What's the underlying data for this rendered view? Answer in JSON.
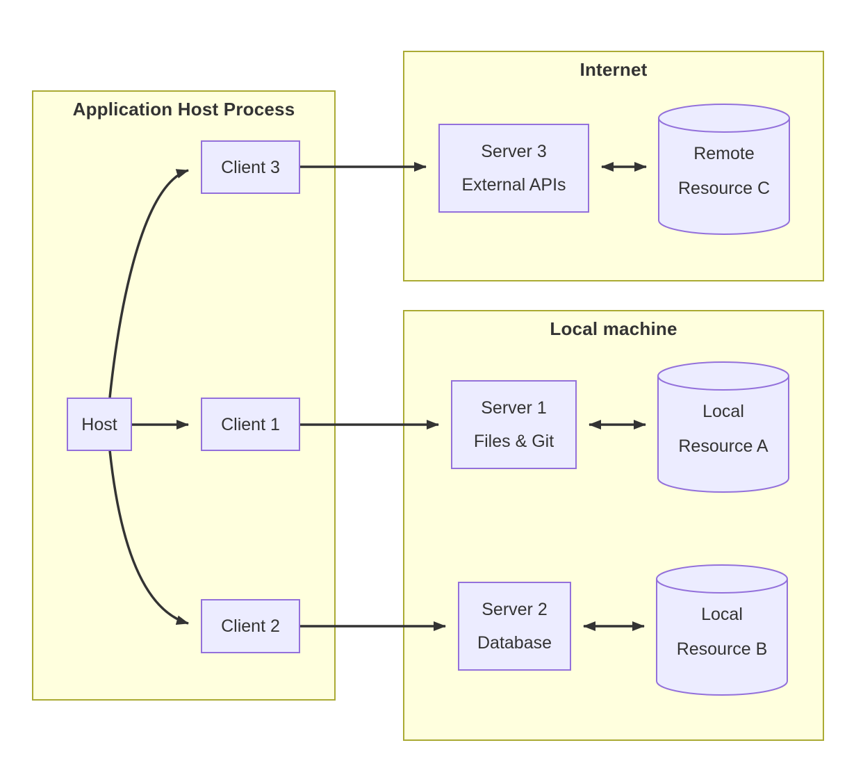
{
  "colors": {
    "background": "#ffffff",
    "cluster_fill": "#ffffde",
    "cluster_border": "#aaaa33",
    "node_fill": "#ececff",
    "node_border": "#9370db",
    "edge_color": "#333333",
    "text_color": "#333333"
  },
  "containers": {
    "ahp": {
      "label": "Application Host Process"
    },
    "internet": {
      "label": "Internet"
    },
    "local": {
      "label": "Local machine"
    }
  },
  "nodes": {
    "host": {
      "label": "Host"
    },
    "client1": {
      "label": "Client 1"
    },
    "client2": {
      "label": "Client 2"
    },
    "client3": {
      "label": "Client 3"
    },
    "server1": {
      "line1": "Server 1",
      "line2": "Files & Git"
    },
    "server2": {
      "line1": "Server 2",
      "line2": "Database"
    },
    "server3": {
      "line1": "Server 3",
      "line2": "External APIs"
    },
    "resourceA": {
      "line1": "Local",
      "line2": "Resource A"
    },
    "resourceB": {
      "line1": "Local",
      "line2": "Resource B"
    },
    "resourceC": {
      "line1": "Remote",
      "line2": "Resource C"
    }
  },
  "edges": [
    {
      "from": "Host",
      "to": "Client 3",
      "type": "arrow"
    },
    {
      "from": "Host",
      "to": "Client 1",
      "type": "arrow"
    },
    {
      "from": "Host",
      "to": "Client 2",
      "type": "arrow"
    },
    {
      "from": "Client 3",
      "to": "Server 3",
      "type": "arrow"
    },
    {
      "from": "Client 1",
      "to": "Server 1",
      "type": "arrow"
    },
    {
      "from": "Client 2",
      "to": "Server 2",
      "type": "arrow"
    },
    {
      "from": "Server 3",
      "to": "Remote Resource C",
      "type": "bidirectional"
    },
    {
      "from": "Server 1",
      "to": "Local Resource A",
      "type": "bidirectional"
    },
    {
      "from": "Server 2",
      "to": "Local Resource B",
      "type": "bidirectional"
    }
  ]
}
